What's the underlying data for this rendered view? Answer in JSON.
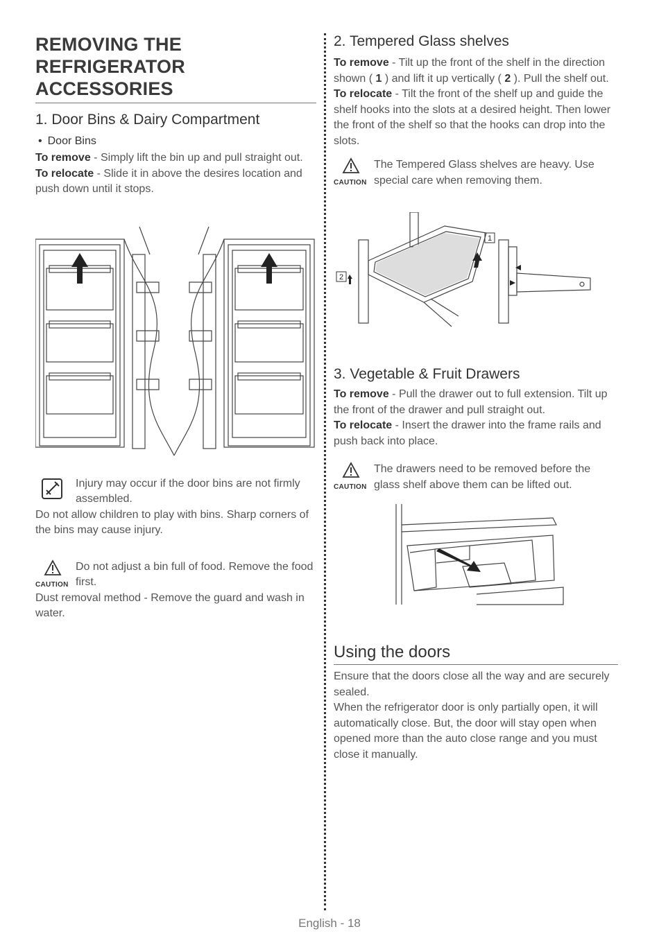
{
  "title": "REMOVING THE REFRIGERATOR ACCESSORIES",
  "sections": {
    "door_bins": {
      "heading": "1. Door Bins & Dairy Compartment",
      "bullet": "Door Bins",
      "remove_label": "To remove",
      "remove_text": " - Simply lift the bin up and pull straight out.",
      "relocate_label": "To relocate",
      "relocate_text": " - Slide it in above the desires location and push down until it stops.",
      "note_text": "Injury may occur if the door bins are not firmly assembled.",
      "note_extra": "Do not allow children to play with bins. Sharp corners of the bins may cause injury.",
      "caution_label": "CAUTION",
      "caution_text": "Do not adjust a bin full of food. Remove the food first.",
      "dust_text": "Dust removal method - Remove the guard and wash in water."
    },
    "glass_shelves": {
      "heading": "2. Tempered Glass shelves",
      "remove_label": "To remove",
      "remove_text_a": " - Tilt up the front of the shelf in the direction shown ( ",
      "step1": "1",
      "remove_text_b": " ) and lift it up vertically ( ",
      "step2": "2",
      "remove_text_c": " ). Pull the shelf out.",
      "relocate_label": "To relocate",
      "relocate_text": " - Tilt the front of the shelf up and guide the shelf hooks into the slots at a desired height. Then lower the front of the shelf so that the hooks can drop into the slots.",
      "caution_label": "CAUTION",
      "caution_text": "The Tempered Glass shelves are heavy. Use special care when removing them.",
      "diagram_label_1": "1",
      "diagram_label_2": "2"
    },
    "drawers": {
      "heading": "3. Vegetable & Fruit Drawers",
      "remove_label": "To remove",
      "remove_text": " - Pull the drawer out to full extension. Tilt up the front of the drawer and pull straight out.",
      "relocate_label": "To relocate",
      "relocate_text": " - Insert the drawer into the frame rails and push back into place.",
      "caution_label": "CAUTION",
      "caution_text": "The drawers need to be removed before the glass shelf above them can be lifted out."
    },
    "doors": {
      "heading": "Using the doors",
      "text_1": "Ensure that the doors close all the way and are securely sealed.",
      "text_2": "When the refrigerator door is only partially open, it will automatically close. But, the door will stay open when opened more than the auto close range and you must close it manually."
    }
  },
  "footer": "English - 18",
  "icons": [
    "caution-icon",
    "note-icon"
  ]
}
